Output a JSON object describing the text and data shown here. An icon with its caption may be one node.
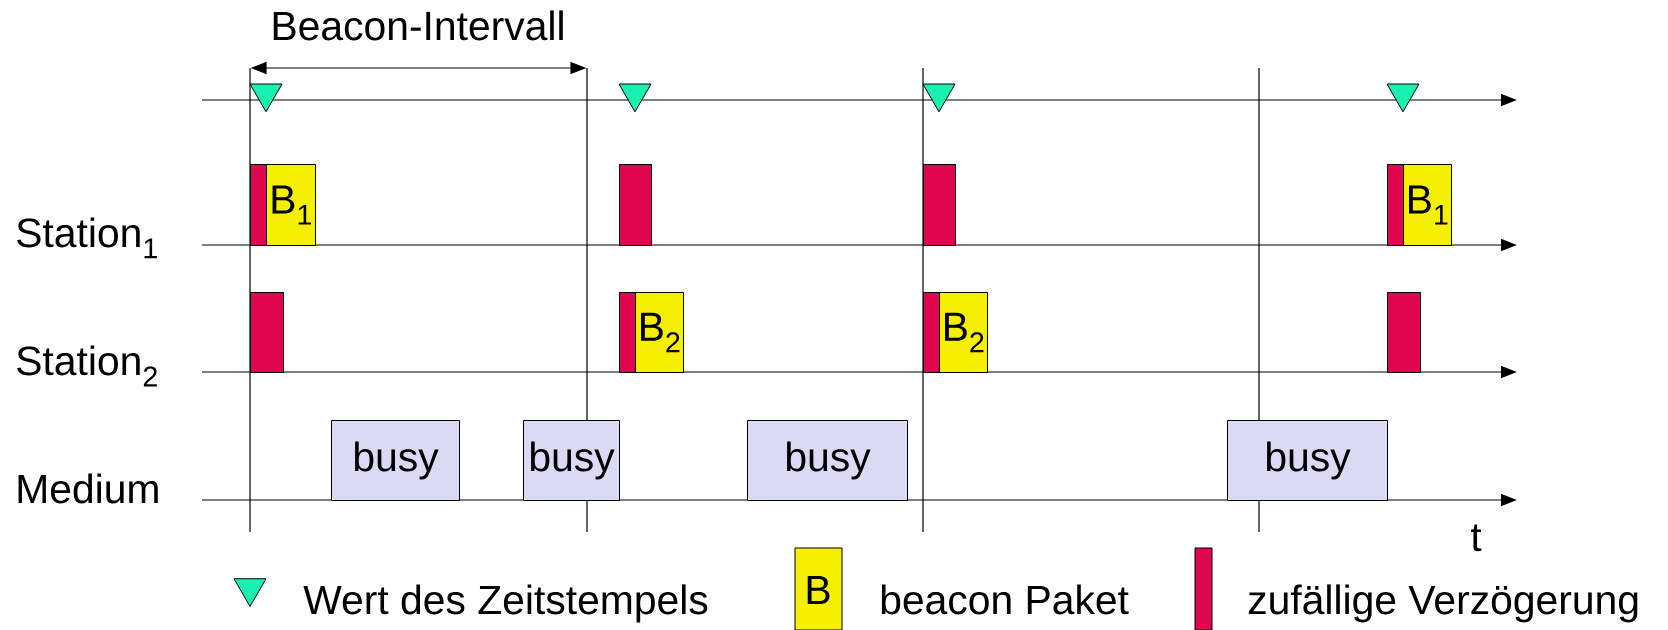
{
  "diagram": {
    "nodes": [
      {
        "text": [],
        "shape": "triangle"
      },
      {
        "text": [],
        "shape": "triangle"
      },
      {
        "text": [],
        "shape": "triangle"
      },
      {
        "text": [],
        "shape": "triangle"
      },
      {
        "text": [],
        "shape": "box"
      },
      {
        "text": [
          "B$_{1}$"
        ]
      },
      {
        "text": [],
        "shape": "box"
      },
      {
        "text": [],
        "shape": "box"
      },
      {
        "text": [],
        "shape": "box"
      },
      {
        "text": [
          "B$_{1}$"
        ]
      },
      {
        "text": [],
        "shape": "box"
      },
      {
        "text": [],
        "shape": "box"
      },
      {
        "text": [
          "B$_{2}$"
        ]
      },
      {
        "text": [],
        "shape": "box"
      },
      {
        "text": [
          "B$_{2}$"
        ]
      },
      {
        "text": [],
        "shape": "box"
      },
      {
        "text": [
          "busy"
        ]
      },
      {
        "text": [
          "busy"
        ]
      },
      {
        "text": [
          "busy"
        ]
      },
      {
        "text": [
          "busy"
        ]
      }
    ],
    "edges": [],
    "labels": [
      "Beacon-Intervall",
      "Station$_{1}$",
      "Station$_{2}$",
      "Medium",
      "t",
      "B"
    ],
    "legend": [
      {
        "text": "Wert des Zeitstempels"
      },
      {
        "text": "beacon Paket",
        "color": "#f5f000"
      },
      {
        "text": "zufällige Verzögerung",
        "color": "#e0064f"
      }
    ]
  }
}
